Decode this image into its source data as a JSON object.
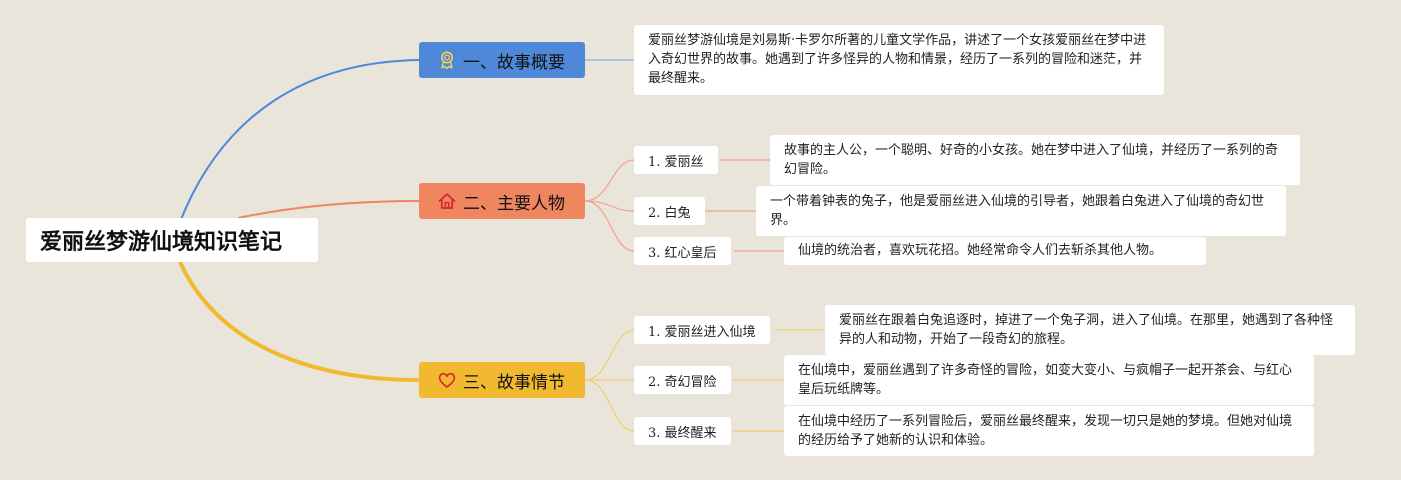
{
  "root": {
    "title": "爱丽丝梦游仙境知识笔记"
  },
  "branches": [
    {
      "label": "一、故事概要",
      "icon": "award-icon",
      "color": "#4f87d9",
      "desc": "爱丽丝梦游仙境是刘易斯·卡罗尔所著的儿童文学作品，讲述了一个女孩爱丽丝在梦中进入奇幻世界的故事。她遇到了许多怪异的人物和情景，经历了一系列的冒险和迷茫，并最终醒来。"
    },
    {
      "label": "二、主要人物",
      "icon": "home-icon",
      "color": "#f0865f",
      "children": [
        {
          "label": "1. 爱丽丝",
          "desc": "故事的主人公，一个聪明、好奇的小女孩。她在梦中进入了仙境，并经历了一系列的奇幻冒险。"
        },
        {
          "label": "2. 白兔",
          "desc": "一个带着钟表的兔子，他是爱丽丝进入仙境的引导者，她跟着白兔进入了仙境的奇幻世界。"
        },
        {
          "label": "3. 红心皇后",
          "desc": "仙境的统治者，喜欢玩花招。她经常命令人们去斩杀其他人物。"
        }
      ]
    },
    {
      "label": "三、故事情节",
      "icon": "heart-icon",
      "color": "#f1b92f",
      "children": [
        {
          "label": "1. 爱丽丝进入仙境",
          "desc": "爱丽丝在跟着白兔追逐时，掉进了一个兔子洞，进入了仙境。在那里，她遇到了各种怪异的人和动物，开始了一段奇幻的旅程。"
        },
        {
          "label": "2. 奇幻冒险",
          "desc": "在仙境中，爱丽丝遇到了许多奇怪的冒险，如变大变小、与疯帽子一起开茶会、与红心皇后玩纸牌等。"
        },
        {
          "label": "3. 最终醒来",
          "desc": "在仙境中经历了一系列冒险后，爱丽丝最终醒来，发现一切只是她的梦境。但她对仙境的经历给予了她新的认识和体验。"
        }
      ]
    }
  ]
}
